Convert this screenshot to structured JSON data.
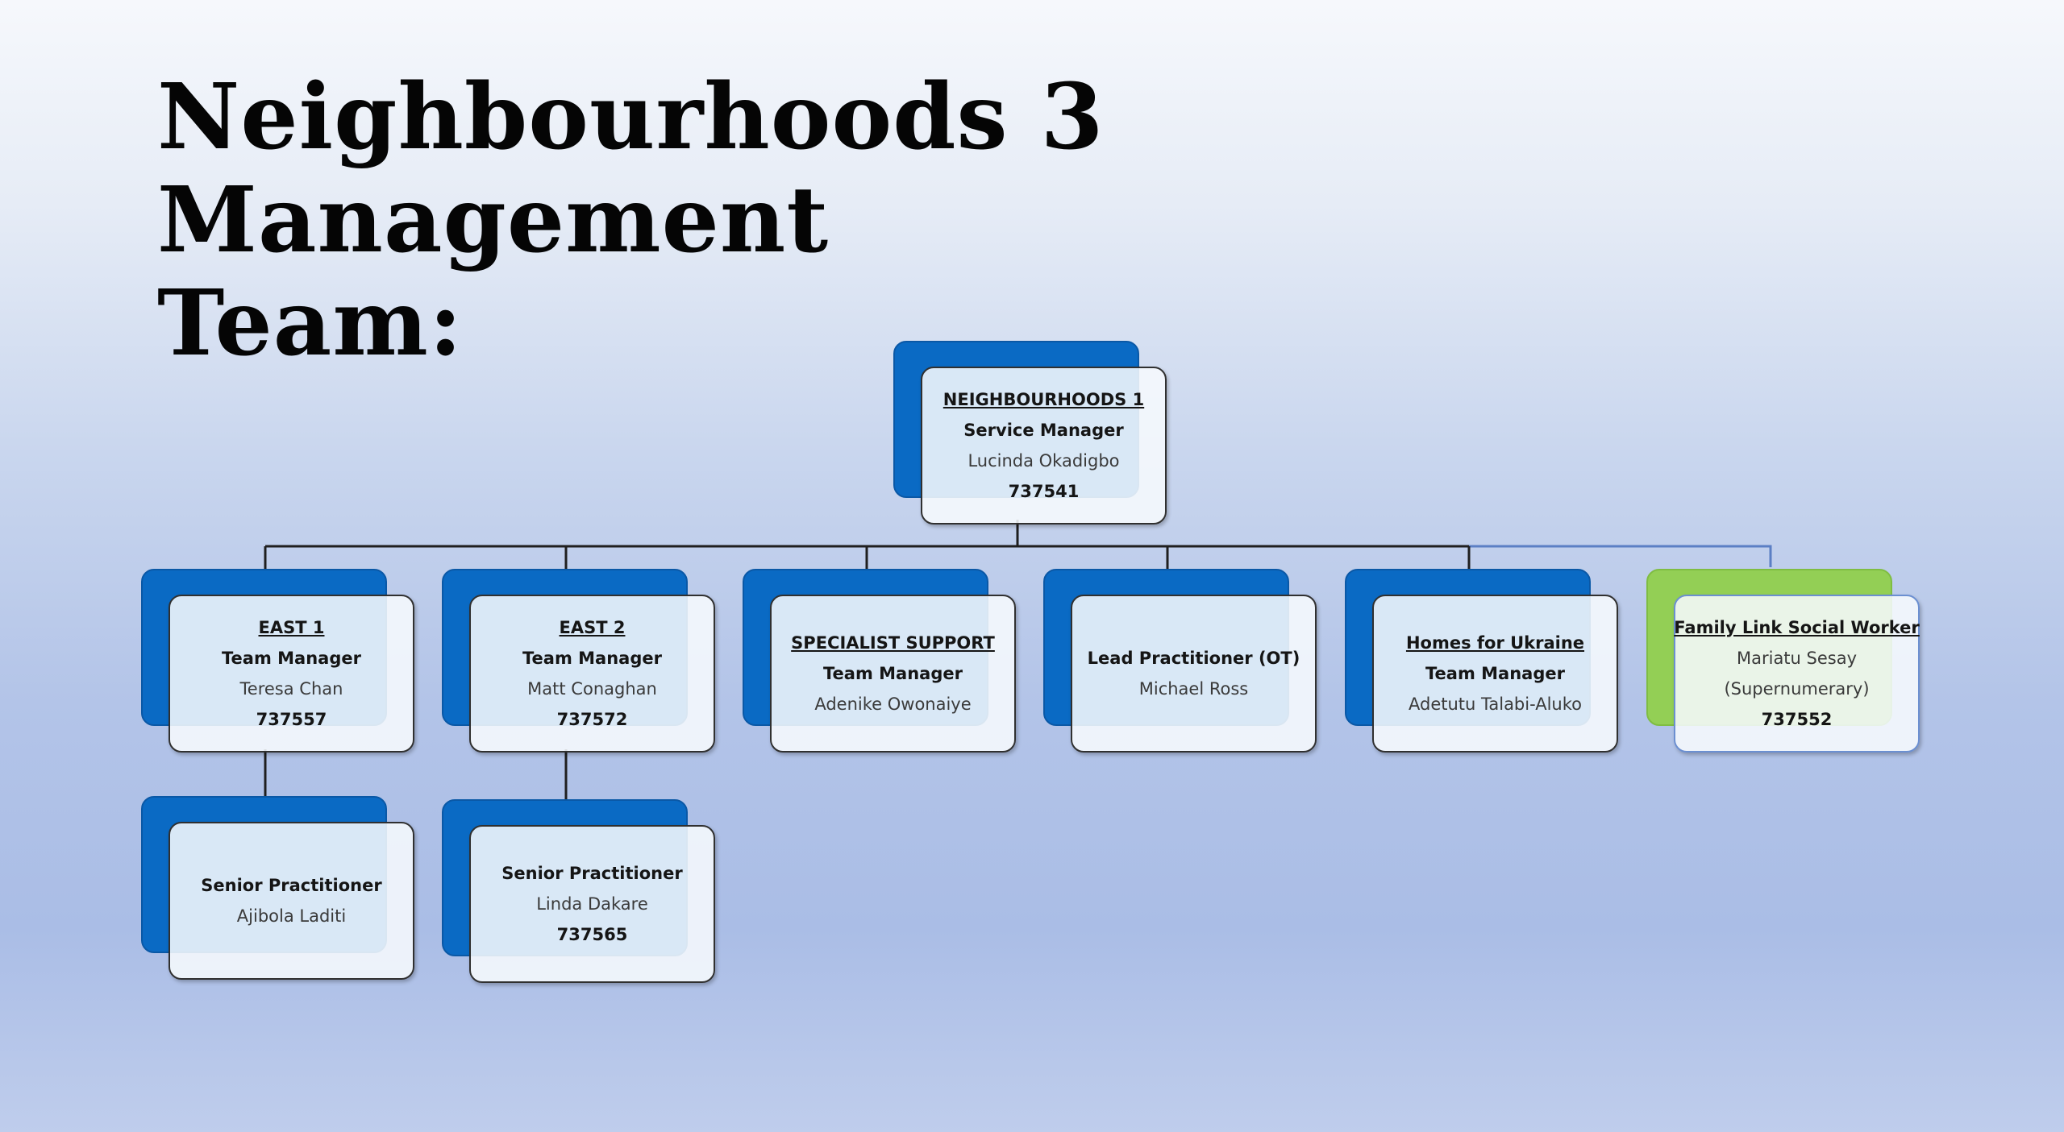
{
  "title": {
    "line1": "Neighbourhoods 3 Management",
    "line2": "Team:"
  },
  "colors": {
    "primary_box": "#0a6ac4",
    "highlight_box": "#93cf55",
    "connector": "#1f1f1f",
    "connector_highlight": "#5b7fc4"
  },
  "org_chart": {
    "root": {
      "heading": "NEIGHBOURHOODS 1",
      "role": "Service Manager",
      "person": "Lucinda Okadigbo",
      "number": "737541"
    },
    "teams": [
      {
        "heading": "EAST 1",
        "role": "Team Manager",
        "person": "Teresa Chan",
        "number": "737557",
        "report": {
          "role": "Senior Practitioner",
          "person": "Ajibola Laditi"
        }
      },
      {
        "heading": "EAST 2",
        "role": "Team Manager",
        "person": "Matt Conaghan",
        "number": "737572",
        "report": {
          "role": "Senior Practitioner",
          "person": "Linda Dakare",
          "number": "737565"
        }
      },
      {
        "heading": "SPECIALIST SUPPORT",
        "role": "Team Manager",
        "person": "Adenike Owonaiye"
      },
      {
        "role": "Lead Practitioner (OT)",
        "person": "Michael Ross"
      },
      {
        "heading": "Homes for Ukraine",
        "role": "Team Manager",
        "person": "Adetutu Talabi-Aluko"
      },
      {
        "heading": "Family Link Social Worker",
        "person": "Mariatu Sesay",
        "note": "(Supernumerary)",
        "number": "737552",
        "highlight": true
      }
    ]
  }
}
